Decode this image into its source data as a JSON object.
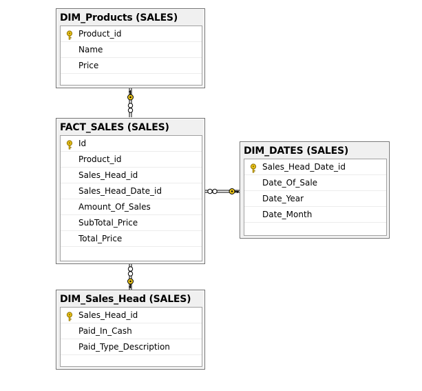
{
  "tables": {
    "dim_products": {
      "title": "DIM_Products (SALES)",
      "columns": [
        {
          "name": "Product_id",
          "is_key": true
        },
        {
          "name": "Name",
          "is_key": false
        },
        {
          "name": "Price",
          "is_key": false
        }
      ]
    },
    "fact_sales": {
      "title": "FACT_SALES (SALES)",
      "columns": [
        {
          "name": "Id",
          "is_key": true
        },
        {
          "name": "Product_id",
          "is_key": false
        },
        {
          "name": "Sales_Head_id",
          "is_key": false
        },
        {
          "name": "Sales_Head_Date_id",
          "is_key": false
        },
        {
          "name": "Amount_Of_Sales",
          "is_key": false
        },
        {
          "name": "SubTotal_Price",
          "is_key": false
        },
        {
          "name": "Total_Price",
          "is_key": false
        }
      ]
    },
    "dim_dates": {
      "title": "DIM_DATES (SALES)",
      "columns": [
        {
          "name": "Sales_Head_Date_id",
          "is_key": true
        },
        {
          "name": "Date_Of_Sale",
          "is_key": false
        },
        {
          "name": "Date_Year",
          "is_key": false
        },
        {
          "name": "Date_Month",
          "is_key": false
        }
      ]
    },
    "dim_sales_head": {
      "title": "DIM_Sales_Head (SALES)",
      "columns": [
        {
          "name": "Sales_Head_id",
          "is_key": true
        },
        {
          "name": "Paid_In_Cash",
          "is_key": false
        },
        {
          "name": "Paid_Type_Description",
          "is_key": false
        }
      ]
    }
  },
  "relationships": [
    {
      "from": "fact_sales",
      "to": "dim_products",
      "one_end": "dim_products",
      "many_end": "fact_sales"
    },
    {
      "from": "fact_sales",
      "to": "dim_dates",
      "one_end": "dim_dates",
      "many_end": "fact_sales"
    },
    {
      "from": "fact_sales",
      "to": "dim_sales_head",
      "one_end": "dim_sales_head",
      "many_end": "fact_sales"
    }
  ],
  "colors": {
    "key_icon": "#e8c21a",
    "key_icon_stroke": "#8a6d00",
    "connector": "#000000",
    "table_border": "#707070",
    "table_background": "#f0f0f0"
  }
}
